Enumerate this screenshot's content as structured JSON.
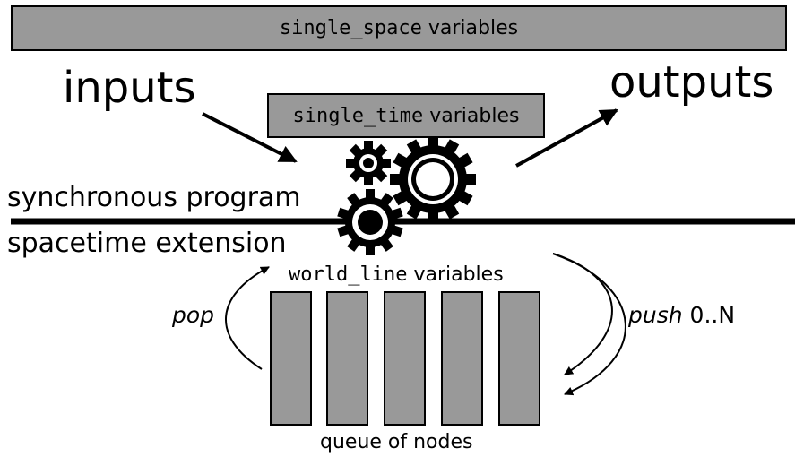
{
  "space_box": {
    "mono": "single_space",
    "text": " variables"
  },
  "time_box": {
    "mono": "single_time",
    "text": " variables"
  },
  "inputs_label": "inputs",
  "outputs_label": "outputs",
  "sync_label": "synchronous program",
  "ext_label": "spacetime extension",
  "world_line": {
    "mono": "world_line",
    "text": " variables"
  },
  "pop_label": "pop",
  "push_label": {
    "italic": "push",
    "text": " 0..N"
  },
  "queue_label": "queue of nodes",
  "queue_nodes": 5,
  "colors": {
    "box_fill": "#999999",
    "stroke": "#000000"
  }
}
